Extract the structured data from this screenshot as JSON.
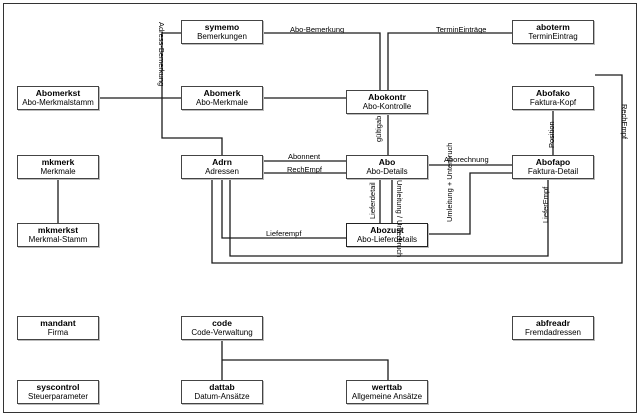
{
  "nodes": {
    "symemo": {
      "title": "symemo",
      "subtitle": "Bemerkungen"
    },
    "aboterm": {
      "title": "aboterm",
      "subtitle": "TerminEintrag"
    },
    "abomerkst": {
      "title": "Abomerkst",
      "subtitle": "Abo-Merkmalstamm"
    },
    "abomerk": {
      "title": "Abomerk",
      "subtitle": "Abo-Merkmale"
    },
    "abokontr": {
      "title": "Abokontr",
      "subtitle": "Abo-Kontrolle"
    },
    "abofako": {
      "title": "Abofako",
      "subtitle": "Faktura-Kopf"
    },
    "mkmerk": {
      "title": "mkmerk",
      "subtitle": "Merkmale"
    },
    "adrn": {
      "title": "Adrn",
      "subtitle": "Adressen"
    },
    "abo": {
      "title": "Abo",
      "subtitle": "Abo-Details"
    },
    "abofapo": {
      "title": "Abofapo",
      "subtitle": "Faktura-Detail"
    },
    "mkmerkst": {
      "title": "mkmerkst",
      "subtitle": "Merkmal-Stamm"
    },
    "abozust": {
      "title": "Abozust",
      "subtitle": "Abo-Lieferdetails"
    },
    "mandant": {
      "title": "mandant",
      "subtitle": "Firma"
    },
    "code": {
      "title": "code",
      "subtitle": "Code-Verwaltung"
    },
    "abfreadr": {
      "title": "abfreadr",
      "subtitle": "Fremdadressen"
    },
    "syscontrol": {
      "title": "syscontrol",
      "subtitle": "Steuerparameter"
    },
    "dattab": {
      "title": "dattab",
      "subtitle": "Datum-Ansätze"
    },
    "werttab": {
      "title": "werttab",
      "subtitle": "Allgemeine Ansätze"
    }
  },
  "labels": {
    "abo_bemerkung": "Abo-Bemerkung",
    "termin_eintraege": "TerminEinträge",
    "adress_bemerkung": "Adress-Bemerkung",
    "gueltigab": "gültigab",
    "position": "Position",
    "rechempf_right": "RechEmpf",
    "abonnent": "Abonnent",
    "rechempf": "RechEmpf",
    "aborechnung": "Aborechnung",
    "lieferdetail": "Lieferdetail",
    "umleitung_unterbruch_1": "Umleitung / Unterbruch",
    "umleitung_unterbruch_2": "Umleitung + Unterbruch",
    "lieferempf_right": "LieferEmpf",
    "lieferempf": "Lieferempf"
  }
}
